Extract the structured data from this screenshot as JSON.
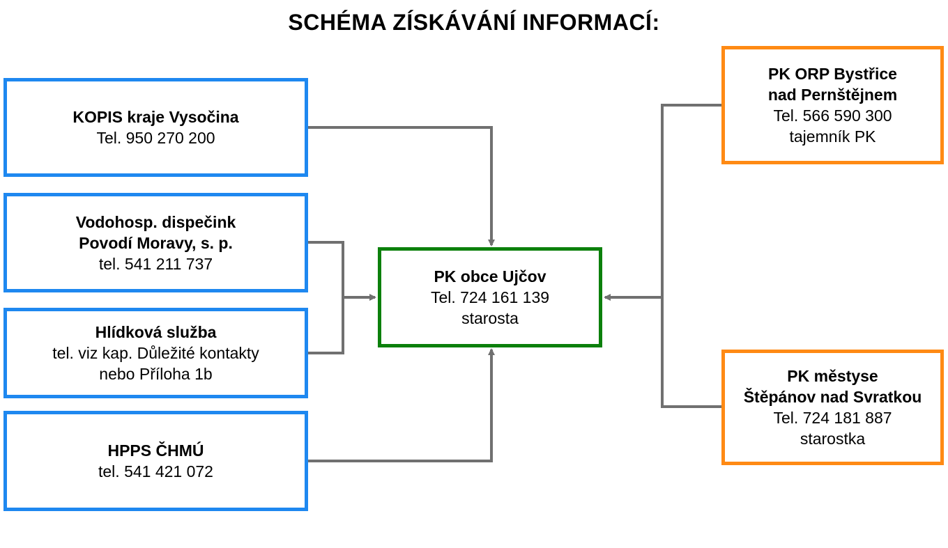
{
  "title": "SCHÉMA ZÍSKÁVÁNÍ INFORMACÍ:",
  "colors": {
    "blue_border": "#1e88f0",
    "green_border": "#0c800c",
    "orange_border": "#ff8a14",
    "connector": "#707070"
  },
  "nodes": {
    "kopis": {
      "name": "KOPIS kraje Vysočina",
      "phone": "Tel. 950 270 200"
    },
    "vodo": {
      "name_line1": "Vodohosp. dispečink",
      "name_line2": "Povodí Moravy, s. p.",
      "phone": "tel. 541 211 737"
    },
    "hlidka": {
      "name": "Hlídková služba",
      "line2": "tel. viz kap. Důležité kontakty",
      "line3": "nebo Příloha 1b"
    },
    "hpps": {
      "name": "HPPS ČHMÚ",
      "phone": "tel. 541 421 072"
    },
    "center": {
      "name": "PK obce Ujčov",
      "phone": "Tel. 724 161 139",
      "role": "starosta"
    },
    "orp": {
      "name_line1": "PK ORP Bystřice",
      "name_line2": "nad Pernštějnem",
      "phone": "Tel. 566 590 300",
      "role": "tajemník PK"
    },
    "mestys": {
      "name_line1": "PK městyse",
      "name_line2": "Štěpánov nad Svratkou",
      "phone": "Tel. 724 181 887",
      "role": "starostka"
    }
  }
}
